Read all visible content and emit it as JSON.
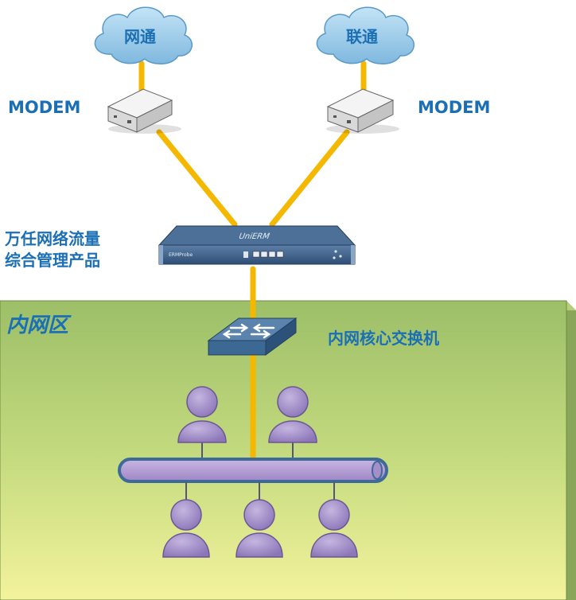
{
  "clouds": [
    {
      "label": "网通"
    },
    {
      "label": "联通"
    }
  ],
  "modems": [
    {
      "label": "MODEM"
    },
    {
      "label": "MODEM"
    }
  ],
  "appliance": {
    "caption_line1": "万任网络流量",
    "caption_line2": "综合管理产品",
    "brand": "UniERM",
    "model": "ERMProbe"
  },
  "zone": {
    "label": "内网区"
  },
  "core_switch": {
    "label": "内网核心交换机"
  },
  "colors": {
    "link": "#f5b800",
    "cloud": "#9dcdea",
    "zone_top": "#9ec06a",
    "zone_bottom": "#f2f29a",
    "label": "#1b6fb5",
    "user": "#a48fc8",
    "bus": "#b39ad2",
    "switch": "#3c6894"
  }
}
